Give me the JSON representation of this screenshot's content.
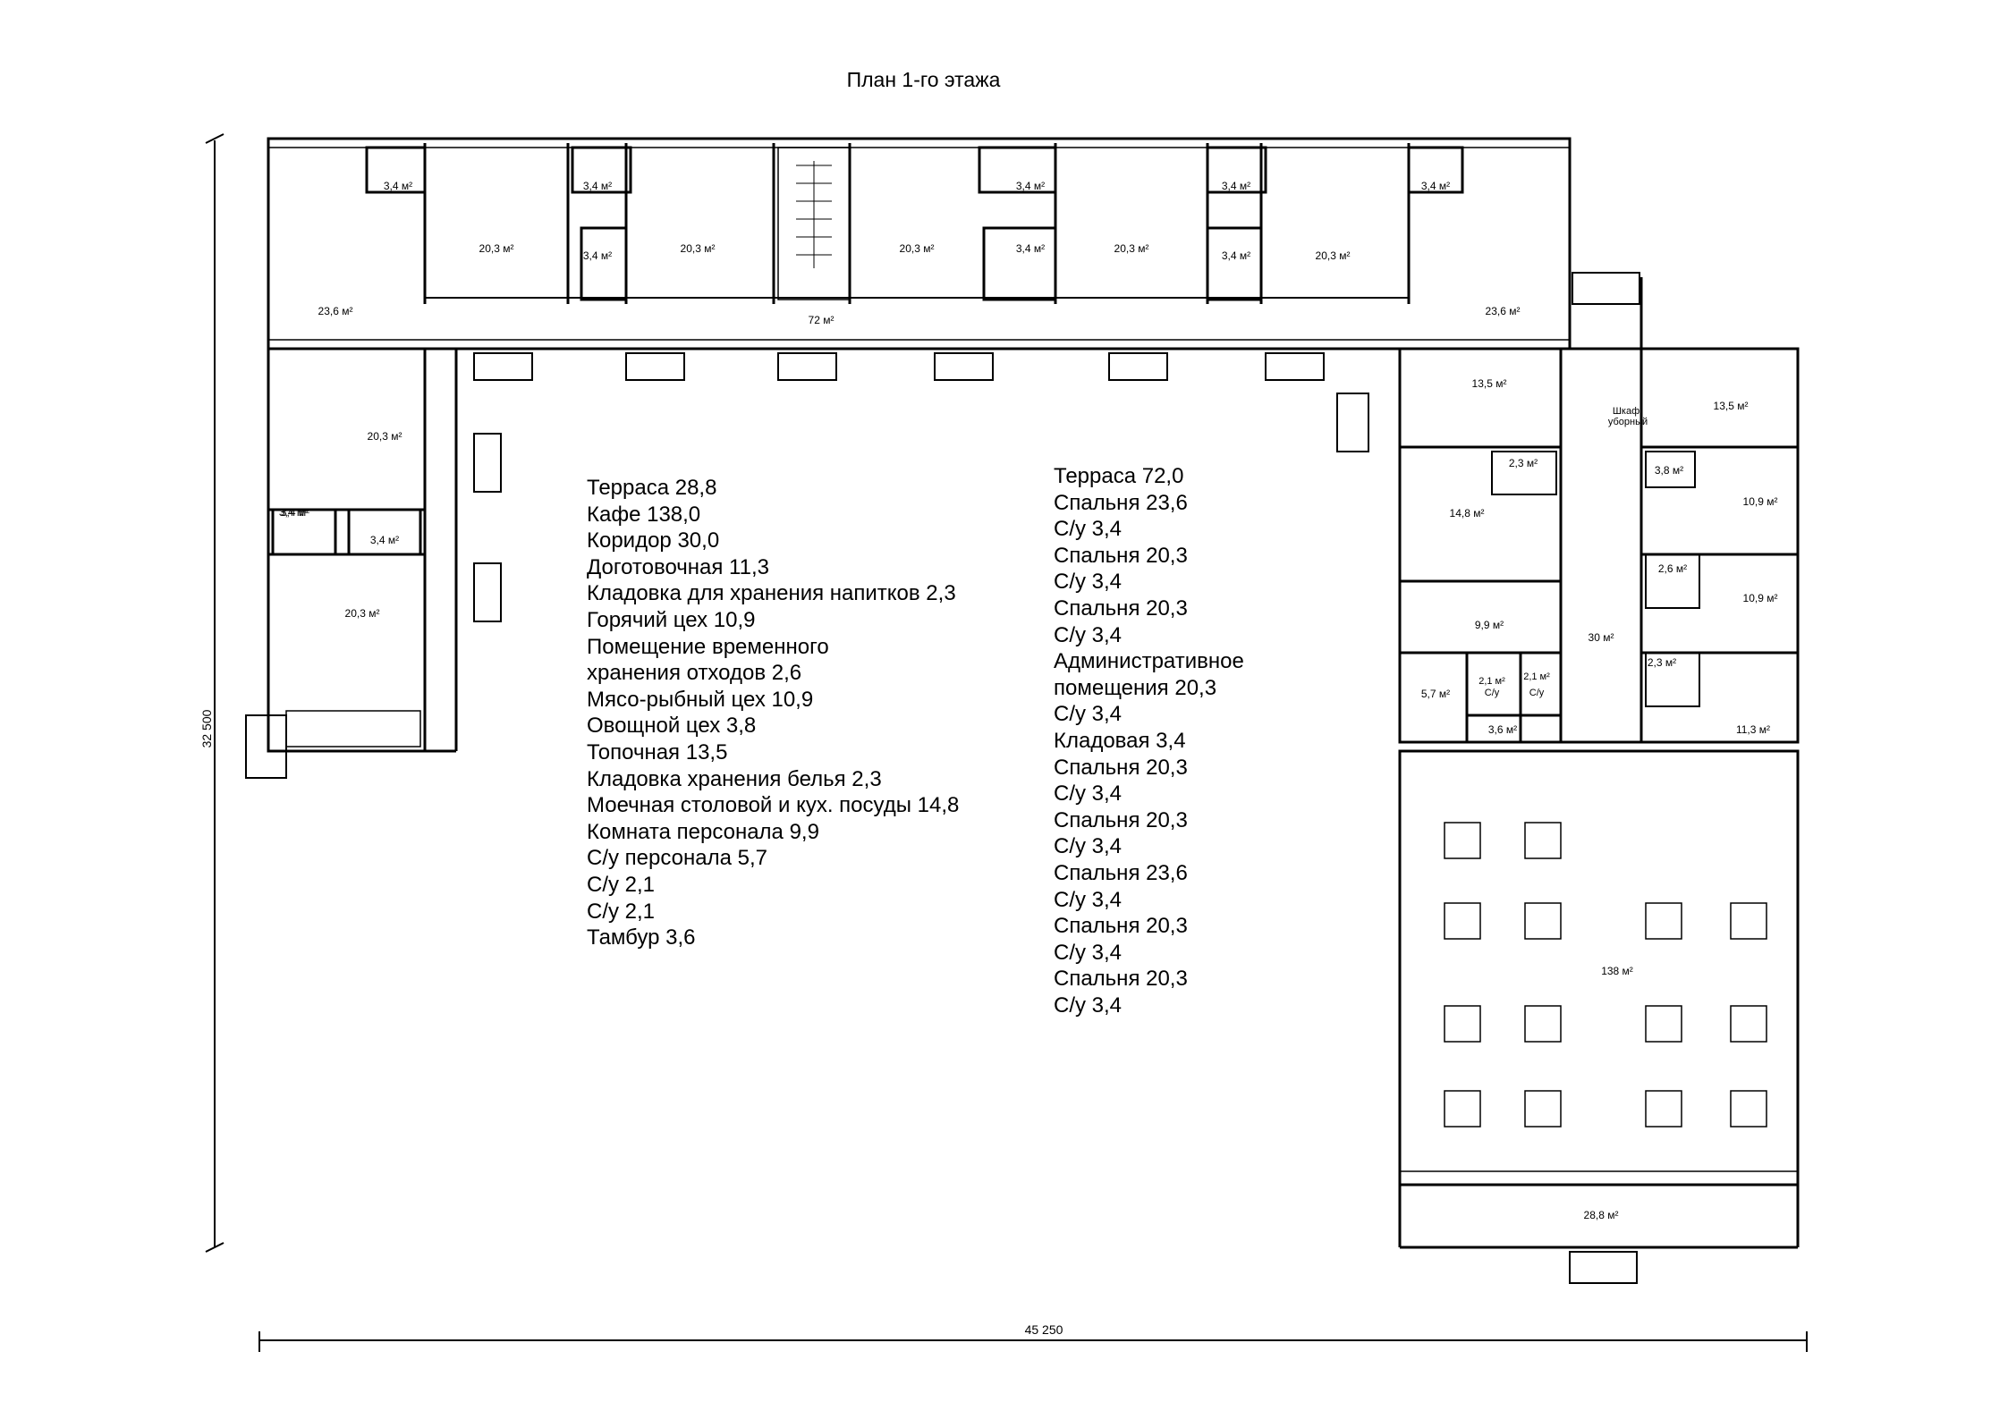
{
  "title": "План 1-го этажа",
  "dimensions": {
    "width_total": "45 250",
    "height_total": "32 500"
  },
  "legend_left": [
    "Терраса 28,8",
    "Кафе 138,0",
    "Коридор 30,0",
    "Доготовочная 11,3",
    "Кладовка для хранения напитков 2,3",
    "Горячий цех 10,9",
    "Помещение временного",
    "хранения отходов 2,6",
    "Мясо-рыбный цех 10,9",
    "Овощной цех 3,8",
    "Топочная 13,5",
    "Кладовка хранения белья 2,3",
    "Моечная столовой и кух. посуды 14,8",
    "Комната персонала 9,9",
    "С/у персонала 5,7",
    "С/у 2,1",
    "С/у 2,1",
    "Тамбур 3,6"
  ],
  "legend_right": [
    "Терраса 72,0",
    "Спальня 23,6",
    "С/у 3,4",
    "Спальня 20,3",
    "С/у 3,4",
    "Спальня 20,3",
    "С/у 3,4",
    "Административное",
    "помещения 20,3",
    "С/у 3,4",
    "Кладовая 3,4",
    "Спальня 20,3",
    "С/у 3,4",
    "Спальня 20,3",
    "С/у 3,4",
    "Спальня 23,6",
    "С/у 3,4",
    "Спальня 20,3",
    "С/у 3,4",
    "Спальня 20,3",
    "С/у 3,4"
  ],
  "rooms": {
    "top_wing": [
      "23,6 м²",
      "20,3 м²",
      "20,3 м²",
      "20,3 м²",
      "20,3 м²",
      "20,3 м²",
      "23,6 м²"
    ],
    "top_wing_wc": [
      "3,4 м²",
      "3,4 м²",
      "3,4 м²",
      "3,4 м²",
      "3,4 м²",
      "3,4 м²",
      "3,4 м²",
      "3,4 м²",
      "3,4 м²"
    ],
    "terrace_top": "72 м²",
    "left_wing": [
      "20,3 м²",
      "3,4 м²",
      "3,4 м²",
      "20,3 м²"
    ],
    "right_wing": {
      "boiler": "13,5 м²",
      "linen": "13,5 м²",
      "closet_label_1": "Шкаф",
      "closet_label_2": "уборный",
      "storage": "2,3 м²",
      "veg": "3,8 м²",
      "wash": "14,8 м²",
      "hot": "10,9 м²",
      "waste": "2,6 м²",
      "meat": "10,9 м²",
      "staff": "9,9 м²",
      "corridor": "30 м²",
      "drinks": "2,3 м²",
      "staff_wc": "5,7 м²",
      "wc1": "2,1 м²",
      "wc2": "2,1 м²",
      "wc_label": "С/у",
      "vestibule": "3,6 м²",
      "pre": "11,3 м²",
      "cafe": "138 м²",
      "terrace": "28,8 м²"
    }
  }
}
